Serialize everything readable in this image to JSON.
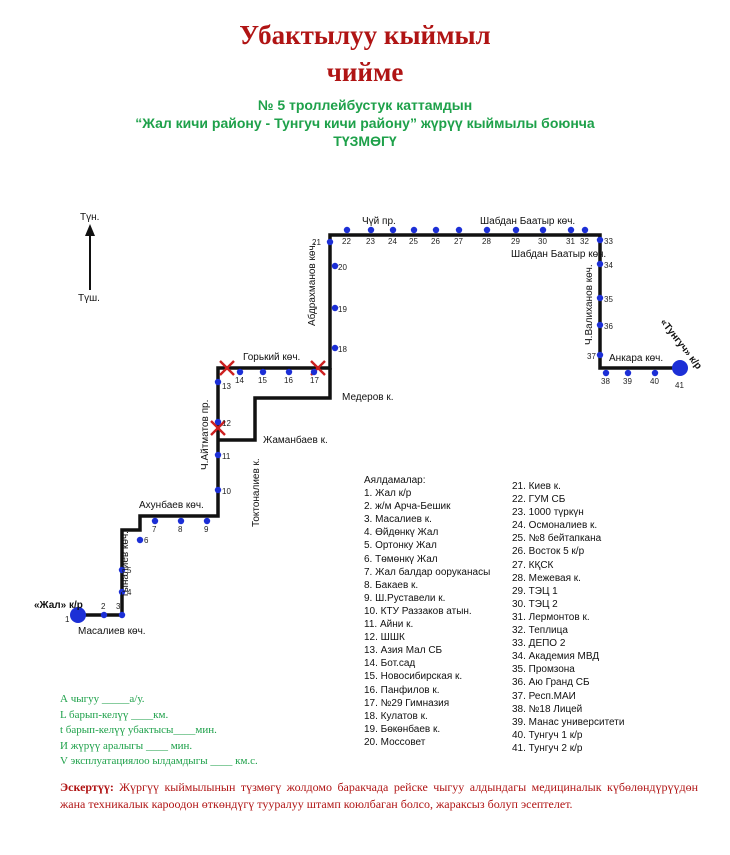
{
  "header": {
    "title_line1": "Убактылуу кыймыл",
    "title_line2": "чийме",
    "subtitle_line1": "№ 5 троллейбустук каттамдын",
    "subtitle_line2": "“Жал кичи району  - Тунгуч кичи району” жүрүү кыймылы боюнча",
    "subtitle_line3": "ТҮЗМӨГҮ"
  },
  "compass": {
    "north": "Түн.",
    "south": "Түш."
  },
  "streets": {
    "chuy": "Чүй пр.",
    "shabdan_top": "Шабдан Баатыр көч.",
    "shabdan_right": "Шабдан Баатыр көч.",
    "abdrakhmanov": "Абдрахманов көч.",
    "valikhanov": "Ч.Валиханов көч.",
    "ankara": "Анкара көч.",
    "tunguch": "«Тунгуч» к/р",
    "gorky": "Горький көч.",
    "mederov": "Медеров к.",
    "aitmatov": "Ч.Айтматов пр.",
    "zhamanbaev": "Жаманбаев к.",
    "toktonaliev": "Токтоналиев к.",
    "akhunbaev": "Ахунбаев көч.",
    "tynaliev": "Тыналиев көч.",
    "zhal": "«Жал» к/р",
    "masaliev": "Масалиев көч."
  },
  "stations": [
    "1",
    "2",
    "3",
    "4",
    "5",
    "6",
    "7",
    "8",
    "9",
    "10",
    "11",
    "12",
    "13",
    "14",
    "15",
    "16",
    "17",
    "18",
    "19",
    "20",
    "21",
    "22",
    "23",
    "24",
    "25",
    "26",
    "27",
    "28",
    "29",
    "30",
    "31",
    "32",
    "33",
    "34",
    "35",
    "36",
    "37",
    "38",
    "39",
    "40",
    "41"
  ],
  "legend": {
    "heading": "Аялдамалар:",
    "col1": [
      "1. Жал к/р",
      "2. ж/м Арча-Бешик",
      "3. Масалиев к.",
      "4. Өйдөнкү Жал",
      "5. Ортонку Жал",
      "6. Төмөнкү Жал",
      "7. Жал балдар ооруканасы",
      "8. Бакаев к.",
      "9. Ш.Руставели к.",
      "10. КТУ Раззаков атын.",
      "11. Айни к.",
      "12. ШШК",
      "13. Азия Мал СБ",
      "14. Бот.сад",
      "15. Новосибирская к.",
      "16. Панфилов к.",
      "17. №29 Гимназия",
      "18. Кулатов к.",
      "19. Бөкөнбаев к.",
      "20. Моссовет"
    ],
    "col2": [
      "21. Киев к.",
      "22. ГУМ СБ",
      "23. 1000 түркүн",
      "24. Осмоналиев к.",
      "25. №8 бейтапкана",
      "26. Восток 5 к/р",
      "27. КҚСК",
      "28. Межевая к.",
      "29. ТЭЦ 1",
      "30. ТЭЦ 2",
      "31. Лермонтов к.",
      "32. Теплица",
      "33. ДЕПО 2",
      "34. Академия МВД",
      "35. Промзона",
      "36. Аю Гранд СБ",
      "37. Респ.МАИ",
      "38. №18 Лицей",
      "39. Манас университети",
      "40. Тунгуч 1 к/р",
      "41. Тунгуч 2 к/р"
    ]
  },
  "params": [
    "А чыгуу  _____а/у.",
    "L барып-келүү ____км.",
    "t барып-келүү убактысы____мин.",
    "И жүрүү аралыгы ____     мин.",
    "V эксплуатациялоо ылдамдыгы ____ км.с."
  ],
  "note": {
    "label": "Эскертүү:",
    "text": " Жүргүү кыймылынын түзмөгү жолдомо баракчада рейске чыгуу алдындагы медициналык күбөлөндүрүүдөн жана техникалык кароодон өткөндүгү тууралуу штамп коюлбаган болсо, жараксыз болуп эсептелет."
  },
  "colors": {
    "title": "#b01414",
    "subtitle": "#1ea14a",
    "route": "#111111",
    "stop": "#1c2fd6",
    "closure": "#cc1f1f"
  }
}
